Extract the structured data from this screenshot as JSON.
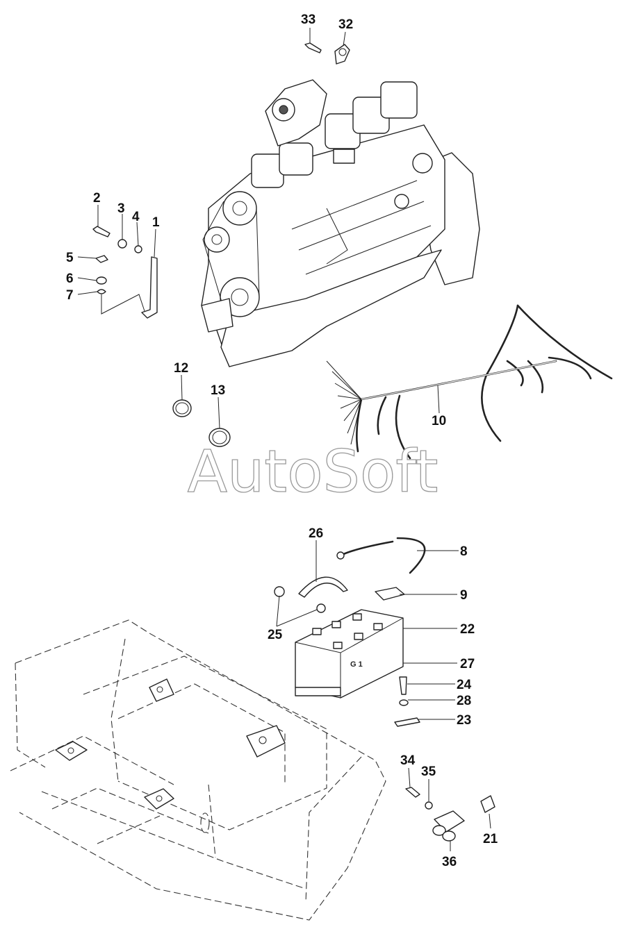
{
  "watermark": "AutoSoft",
  "battery_label": "G 1",
  "callouts": [
    {
      "id": "c33",
      "text": "33"
    },
    {
      "id": "c32",
      "text": "32"
    },
    {
      "id": "c2",
      "text": "2"
    },
    {
      "id": "c3",
      "text": "3"
    },
    {
      "id": "c4",
      "text": "4"
    },
    {
      "id": "c1",
      "text": "1"
    },
    {
      "id": "c5",
      "text": "5"
    },
    {
      "id": "c6",
      "text": "6"
    },
    {
      "id": "c7",
      "text": "7"
    },
    {
      "id": "c12",
      "text": "12"
    },
    {
      "id": "c13",
      "text": "13"
    },
    {
      "id": "c10",
      "text": "10"
    },
    {
      "id": "c26",
      "text": "26"
    },
    {
      "id": "c8",
      "text": "8"
    },
    {
      "id": "c9",
      "text": "9"
    },
    {
      "id": "c25",
      "text": "25"
    },
    {
      "id": "c22",
      "text": "22"
    },
    {
      "id": "c27",
      "text": "27"
    },
    {
      "id": "c24",
      "text": "24"
    },
    {
      "id": "c28",
      "text": "28"
    },
    {
      "id": "c23",
      "text": "23"
    },
    {
      "id": "c34",
      "text": "34"
    },
    {
      "id": "c35",
      "text": "35"
    },
    {
      "id": "c21",
      "text": "21"
    },
    {
      "id": "c36",
      "text": "36"
    }
  ]
}
